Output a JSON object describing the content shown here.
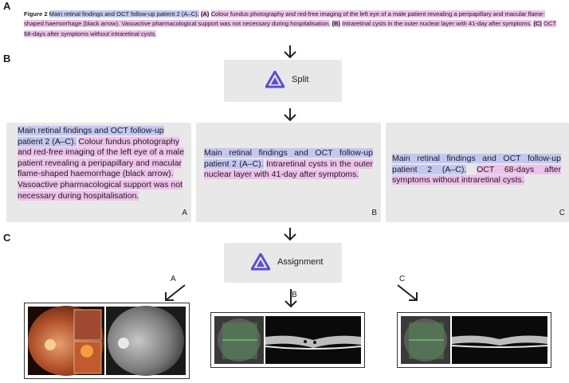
{
  "sections": {
    "a": "A",
    "b": "B",
    "c": "C"
  },
  "caption": {
    "fig_label": "Figure 2",
    "title": "Main retinal findings and OCT follow-up patient 2 (A–C).",
    "part_a_label": "(A)",
    "part_a_text": "Colour fundus photography and red-free imaging of the left eye of a male patient revealing a peripapillary and macular flame-shaped haemorrhage (black arrow). Vasoactive pharmacological support was not necessary during hospitalisation.",
    "part_b_label": "(B)",
    "part_b_text": "Intraretinal cysts in the outer nuclear layer with 41-day after symptoms.",
    "part_c_label": "(C)",
    "part_c_text": "OCT 68-days after symptoms without intraretinal cysts."
  },
  "split": {
    "label": "Split"
  },
  "assignment": {
    "label": "Assignment"
  },
  "subcaptions": [
    {
      "title": "Main retinal findings and OCT follow-up patient 2 (A–C).",
      "text": "Colour fundus photography and red-free imaging of the left eye of a male patient revealing a peripapillary and macular flame-shaped haemorrhage (black arrow). Vasoactive pharmacological support was not necessary during hospitalisation.",
      "letter": "A"
    },
    {
      "title": "Main retinal findings and OCT follow-up patient 2 (A–C).",
      "text": "Intraretinal cysts in the outer nuclear layer with 41-day after symptoms.",
      "letter": "B"
    },
    {
      "title": "Main retinal findings and OCT follow-up patient 2 (A–C).",
      "text": "OCT 68-days after symptoms without intraretinal cysts.",
      "letter": "C"
    }
  ],
  "branches": {
    "a": "A",
    "b": "B",
    "c": "C"
  },
  "colors": {
    "accent_blue": "#c3c7f2",
    "accent_pink": "#efc0ec",
    "box_gray": "#e8e8e8",
    "logo": "#5a4fcf"
  },
  "icons": {
    "logo": "tri-logo-icon",
    "arrow": "arrow-down-icon"
  }
}
